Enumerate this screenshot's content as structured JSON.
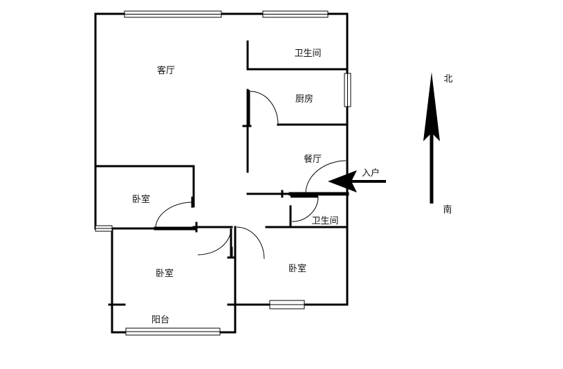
{
  "rooms": {
    "living_room": "客厅",
    "bathroom_top": "卫生间",
    "kitchen": "厨房",
    "dining_room": "餐厅",
    "bedroom_left": "卧室",
    "bedroom_bottom_left": "卧室",
    "bedroom_bottom_right": "卧室",
    "bathroom_small": "卫生间",
    "balcony": "阳台"
  },
  "entrance": {
    "label": "入户"
  },
  "compass": {
    "north": "北",
    "south": "南"
  },
  "colors": {
    "wall": "#000000",
    "background": "#ffffff"
  }
}
